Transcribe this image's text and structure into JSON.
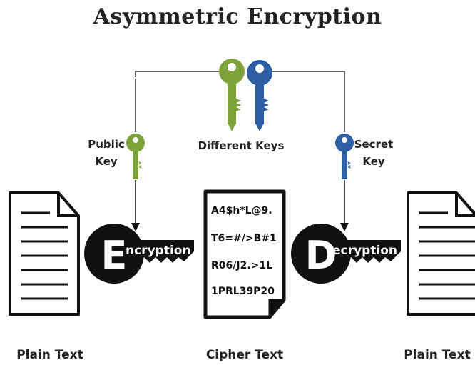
{
  "title": "Asymmetric Encryption",
  "labels": {
    "public_key": "Public Key",
    "different_keys": "Different Keys",
    "secret_key": "Secret Key",
    "plain_text_left": "Plain Text",
    "cipher_text": "Cipher Text",
    "plain_text_right": "Plain Text"
  },
  "encryption_key": {
    "initial": "E",
    "rest": "ncryption"
  },
  "decryption_key": {
    "initial": "D",
    "rest": "ecryption"
  },
  "cipher_lines": [
    "A4$h*L@9.",
    "T6=#/>B#1",
    "R06/J2.>1L",
    "1PRL39P20"
  ],
  "colors": {
    "green_key": "#7ea23a",
    "blue_key": "#2e5fa5",
    "black": "#111111"
  }
}
